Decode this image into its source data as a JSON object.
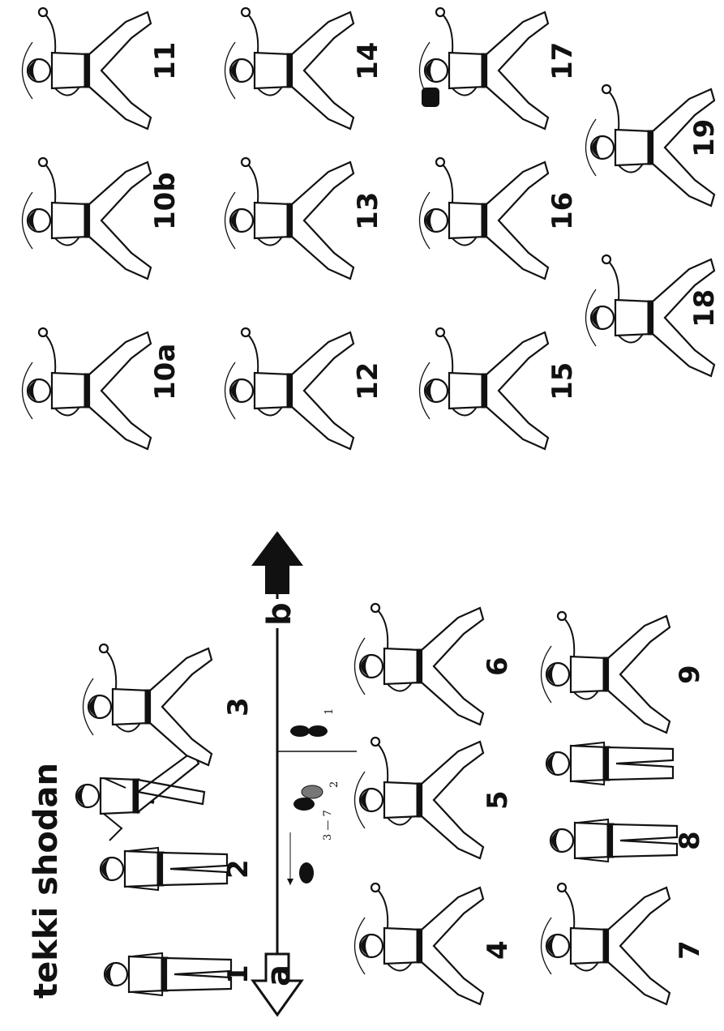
{
  "title": "tekki shodan",
  "direction_labels": {
    "start": "a",
    "end": "b"
  },
  "footprint_labels": {
    "range": "3 — 7",
    "step2": "2",
    "step1": "1"
  },
  "steps": [
    {
      "label": "1"
    },
    {
      "label": "2"
    },
    {
      "label": "3"
    },
    {
      "label": "4"
    },
    {
      "label": "5"
    },
    {
      "label": "6"
    },
    {
      "label": "7"
    },
    {
      "label": "8"
    },
    {
      "label": "9"
    },
    {
      "label": "10a"
    },
    {
      "label": "10b"
    },
    {
      "label": "11"
    },
    {
      "label": "12"
    },
    {
      "label": "13"
    },
    {
      "label": "14"
    },
    {
      "label": "15"
    },
    {
      "label": "16"
    },
    {
      "label": "17"
    },
    {
      "label": "18"
    },
    {
      "label": "19"
    }
  ],
  "colors": {
    "ink": "#111111",
    "paper": "#ffffff"
  }
}
